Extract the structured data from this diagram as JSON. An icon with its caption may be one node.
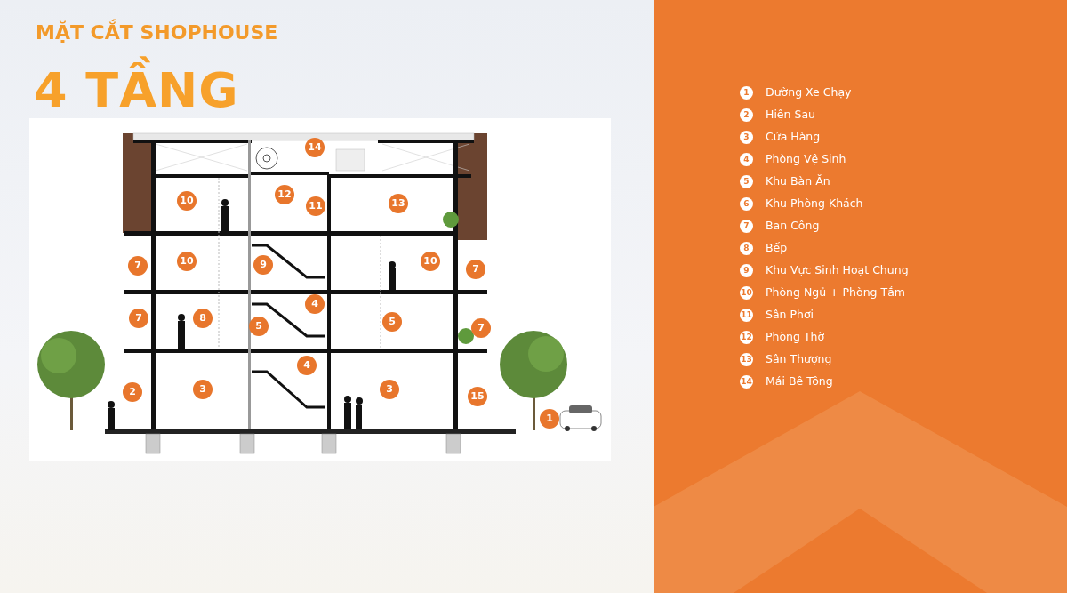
{
  "diagram": {
    "title": "MẶT CẮT SHOPHOUSE",
    "labels": [
      "4 TẦNG",
      "14",
      "10",
      "12",
      "11",
      "13",
      "7",
      "10",
      "9",
      "10",
      "7",
      "7",
      "8",
      "5",
      "4",
      "5",
      "7",
      "4",
      "2",
      "3",
      "3",
      "15",
      "1",
      "1",
      "Đường Xe Chạy",
      "2",
      "Hiên Sau",
      "3",
      "Cửa Hàng",
      "4",
      "Phòng Vệ Sinh",
      "5",
      "Khu Bàn Ăn",
      "6",
      "Khu Phòng Khách",
      "7",
      "Ban Công",
      "8",
      "Bếp",
      "9",
      "Khu Vực Sinh Hoạt Chung",
      "10",
      "Phòng Ngủ + Phòng Tắm",
      "11",
      "Sân Phơi",
      "12",
      "Phòng Thờ",
      "13",
      "Sân Thượng",
      "14",
      "Mái Bê Tông"
    ]
  }
}
